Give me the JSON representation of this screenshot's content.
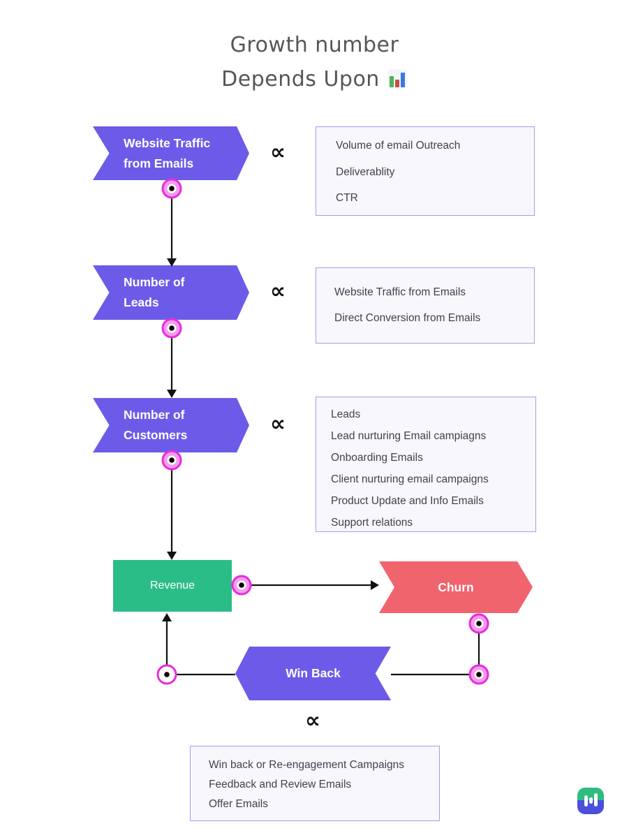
{
  "title": {
    "line1": "Growth number",
    "line2": "Depends Upon"
  },
  "icons": {
    "title_icon": "bar-chart-emoji",
    "watermark": "mailmodo-logo"
  },
  "symbols": {
    "proportional": "∝"
  },
  "nodes": {
    "website_traffic": {
      "line1": "Website Traffic",
      "line2": "from Emails"
    },
    "number_of_leads": {
      "line1": "Number of",
      "line2": "Leads"
    },
    "number_of_customers": {
      "line1": "Number of",
      "line2": "Customers"
    },
    "revenue": {
      "label": "Revenue"
    },
    "churn": {
      "label": "Churn"
    },
    "win_back": {
      "label": "Win Back"
    }
  },
  "factor_boxes": {
    "traffic_factors": {
      "items": [
        "Volume of email Outreach",
        "Deliverablity",
        "CTR"
      ]
    },
    "lead_factors": {
      "items": [
        "Website Traffic from Emails",
        "Direct Conversion from Emails"
      ]
    },
    "customer_factors": {
      "items": [
        "Leads",
        "Lead nurturing Email campiagns",
        "Onboarding Emails",
        "Client nurturing email campaigns",
        "Product Update and Info Emails",
        "Support relations"
      ]
    },
    "winback_factors": {
      "items": [
        "Win back or Re-engagement Campaigns",
        "Feedback and Review Emails",
        "Offer Emails"
      ]
    }
  },
  "colors": {
    "node_purple": "#6C5BE8",
    "revenue_green": "#2BBD87",
    "churn_red": "#F0646E",
    "handle_ring_magenta": "#E52EDD",
    "handle_fill_pink": "#F79BEB",
    "box_border": "#A89BEF",
    "box_background": "#F7F7FC",
    "connector_line": "#111111",
    "title_text": "#565656",
    "body_text": "#40434E"
  }
}
